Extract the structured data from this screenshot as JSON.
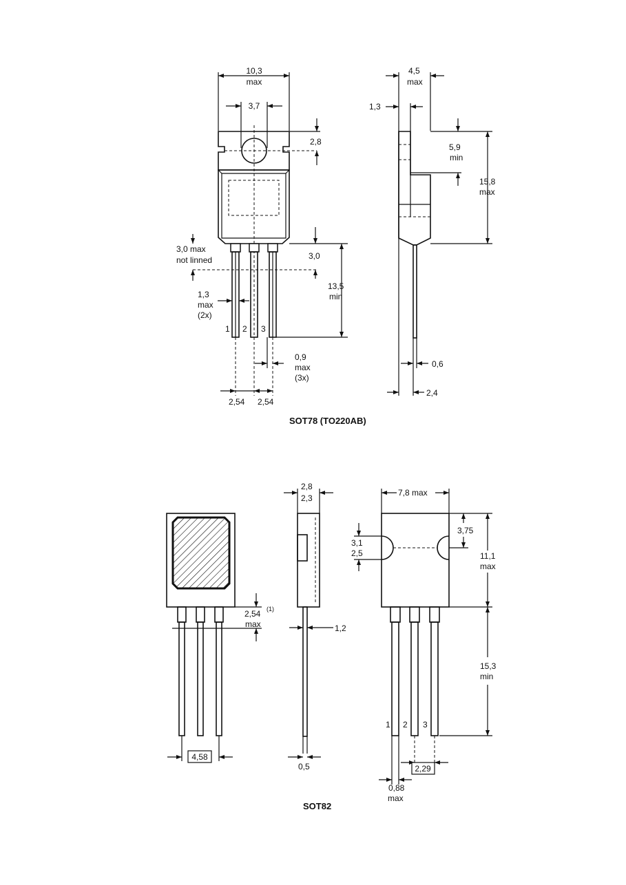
{
  "sot78": {
    "caption": "SOT78 (TO220AB)",
    "front": {
      "width": "10,3",
      "width_sub": "max",
      "hole": "3,7",
      "hole_offset": "2,8",
      "seat_max": "3,0 max",
      "seat_max_sub": "not linned",
      "seat": "3,0",
      "lead_length": "13,5",
      "lead_length_sub": "min",
      "lead_width": "1,3",
      "lead_width_sub": "max",
      "lead_width_count": "(2x)",
      "pin1": "1",
      "pin2": "2",
      "pin3": "3",
      "lead_thickness": "0,9",
      "lead_thickness_sub": "max",
      "lead_thickness_count": "(3x)",
      "pitch_a": "2,54",
      "pitch_b": "2,54"
    },
    "side": {
      "thickness": "4,5",
      "thickness_sub": "max",
      "tab": "1,3",
      "tab_height": "5,9",
      "tab_height_sub": "min",
      "body_height": "15,8",
      "body_height_sub": "max",
      "lead": "0,6",
      "offset": "2,4"
    }
  },
  "sot82": {
    "caption": "SOT82",
    "back": {
      "standoff": "2,54",
      "standoff_note": "(1)",
      "standoff_sub": "max",
      "pitch_total": "4,58"
    },
    "side": {
      "thickness_max": "2,8",
      "thickness_min": "2,3",
      "lead_offset": "1,2",
      "lead": "0,5"
    },
    "front": {
      "width": "7,8 max",
      "hole_max": "3,1",
      "hole_min": "2,5",
      "hole_pos": "3,75",
      "body_height": "11,1",
      "body_height_sub": "max",
      "lead_length": "15,3",
      "lead_length_sub": "min",
      "pin1": "1",
      "pin2": "2",
      "pin3": "3",
      "pitch": "2,29",
      "lead_width": "0,88",
      "lead_width_sub": "max"
    }
  }
}
